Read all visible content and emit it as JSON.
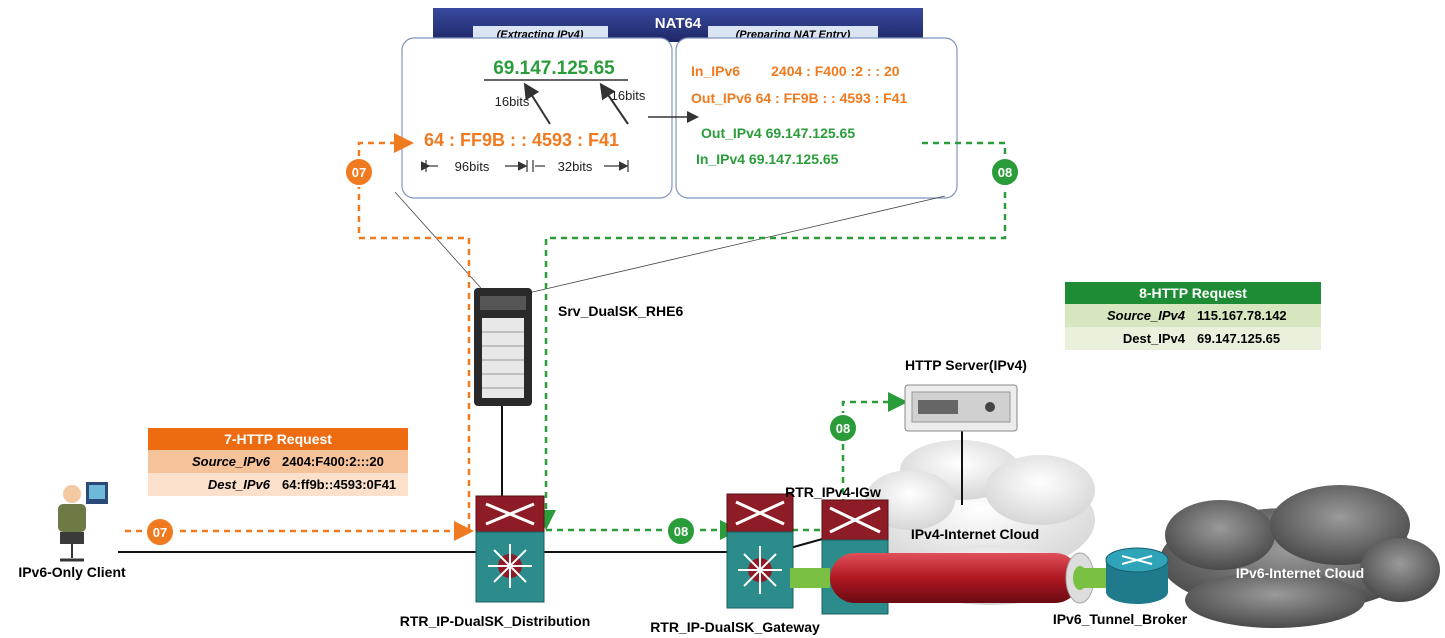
{
  "nat64": {
    "title": "NAT64",
    "extract_tab": "(Extracting IPv4)",
    "prepare_tab": "(Preparing NAT Entry)",
    "ipv4_addr": "69.147.125.65",
    "bits_left": "16bits",
    "bits_right": "16bits",
    "ipv6_prefix": "64 : FF9B : : 4593 : F41",
    "bits_96": "96bits",
    "bits_32": "32bits",
    "in_ipv6": "In_IPv6        2404 : F400 :2 : : 20",
    "out_ipv6": "Out_IPv6 64 : FF9B : : 4593 : F41",
    "out_ipv4": "Out_IPv4 69.147.125.65",
    "in_ipv4": "In_IPv4 69.147.125.65"
  },
  "badges": {
    "b07": "07",
    "b08": "08"
  },
  "devices": {
    "server": "Srv_DualSK_RHE6",
    "http_server": "HTTP Server(IPv4)",
    "client": "IPv6-Only Client",
    "distribution": "RTR_IP-DualSK_Distribution",
    "gateway": "RTR_IP-DualSK_Gateway",
    "igw": "RTR_IPv4-IGw",
    "ipv4_cloud": "IPv4-Internet Cloud",
    "ipv6_cloud": "IPv6-Internet Cloud",
    "tunnel_broker": "IPv6_Tunnel_Broker"
  },
  "request7": {
    "title": "7-HTTP Request",
    "src_key": "Source_IPv6",
    "src_val": "2404:F400:2:::20",
    "dst_key": "Dest_IPv6",
    "dst_val": "64:ff9b::4593:0F41"
  },
  "request8": {
    "title": "8-HTTP Request",
    "src_key": "Source_IPv4",
    "src_val": "115.167.78.142",
    "dst_key": "Dest_IPv4",
    "dst_val": "69.147.125.65"
  },
  "colors": {
    "orange": "#F07A20",
    "green": "#2A9D3A",
    "navy": "#2E3A86",
    "red": "#C0202A"
  }
}
